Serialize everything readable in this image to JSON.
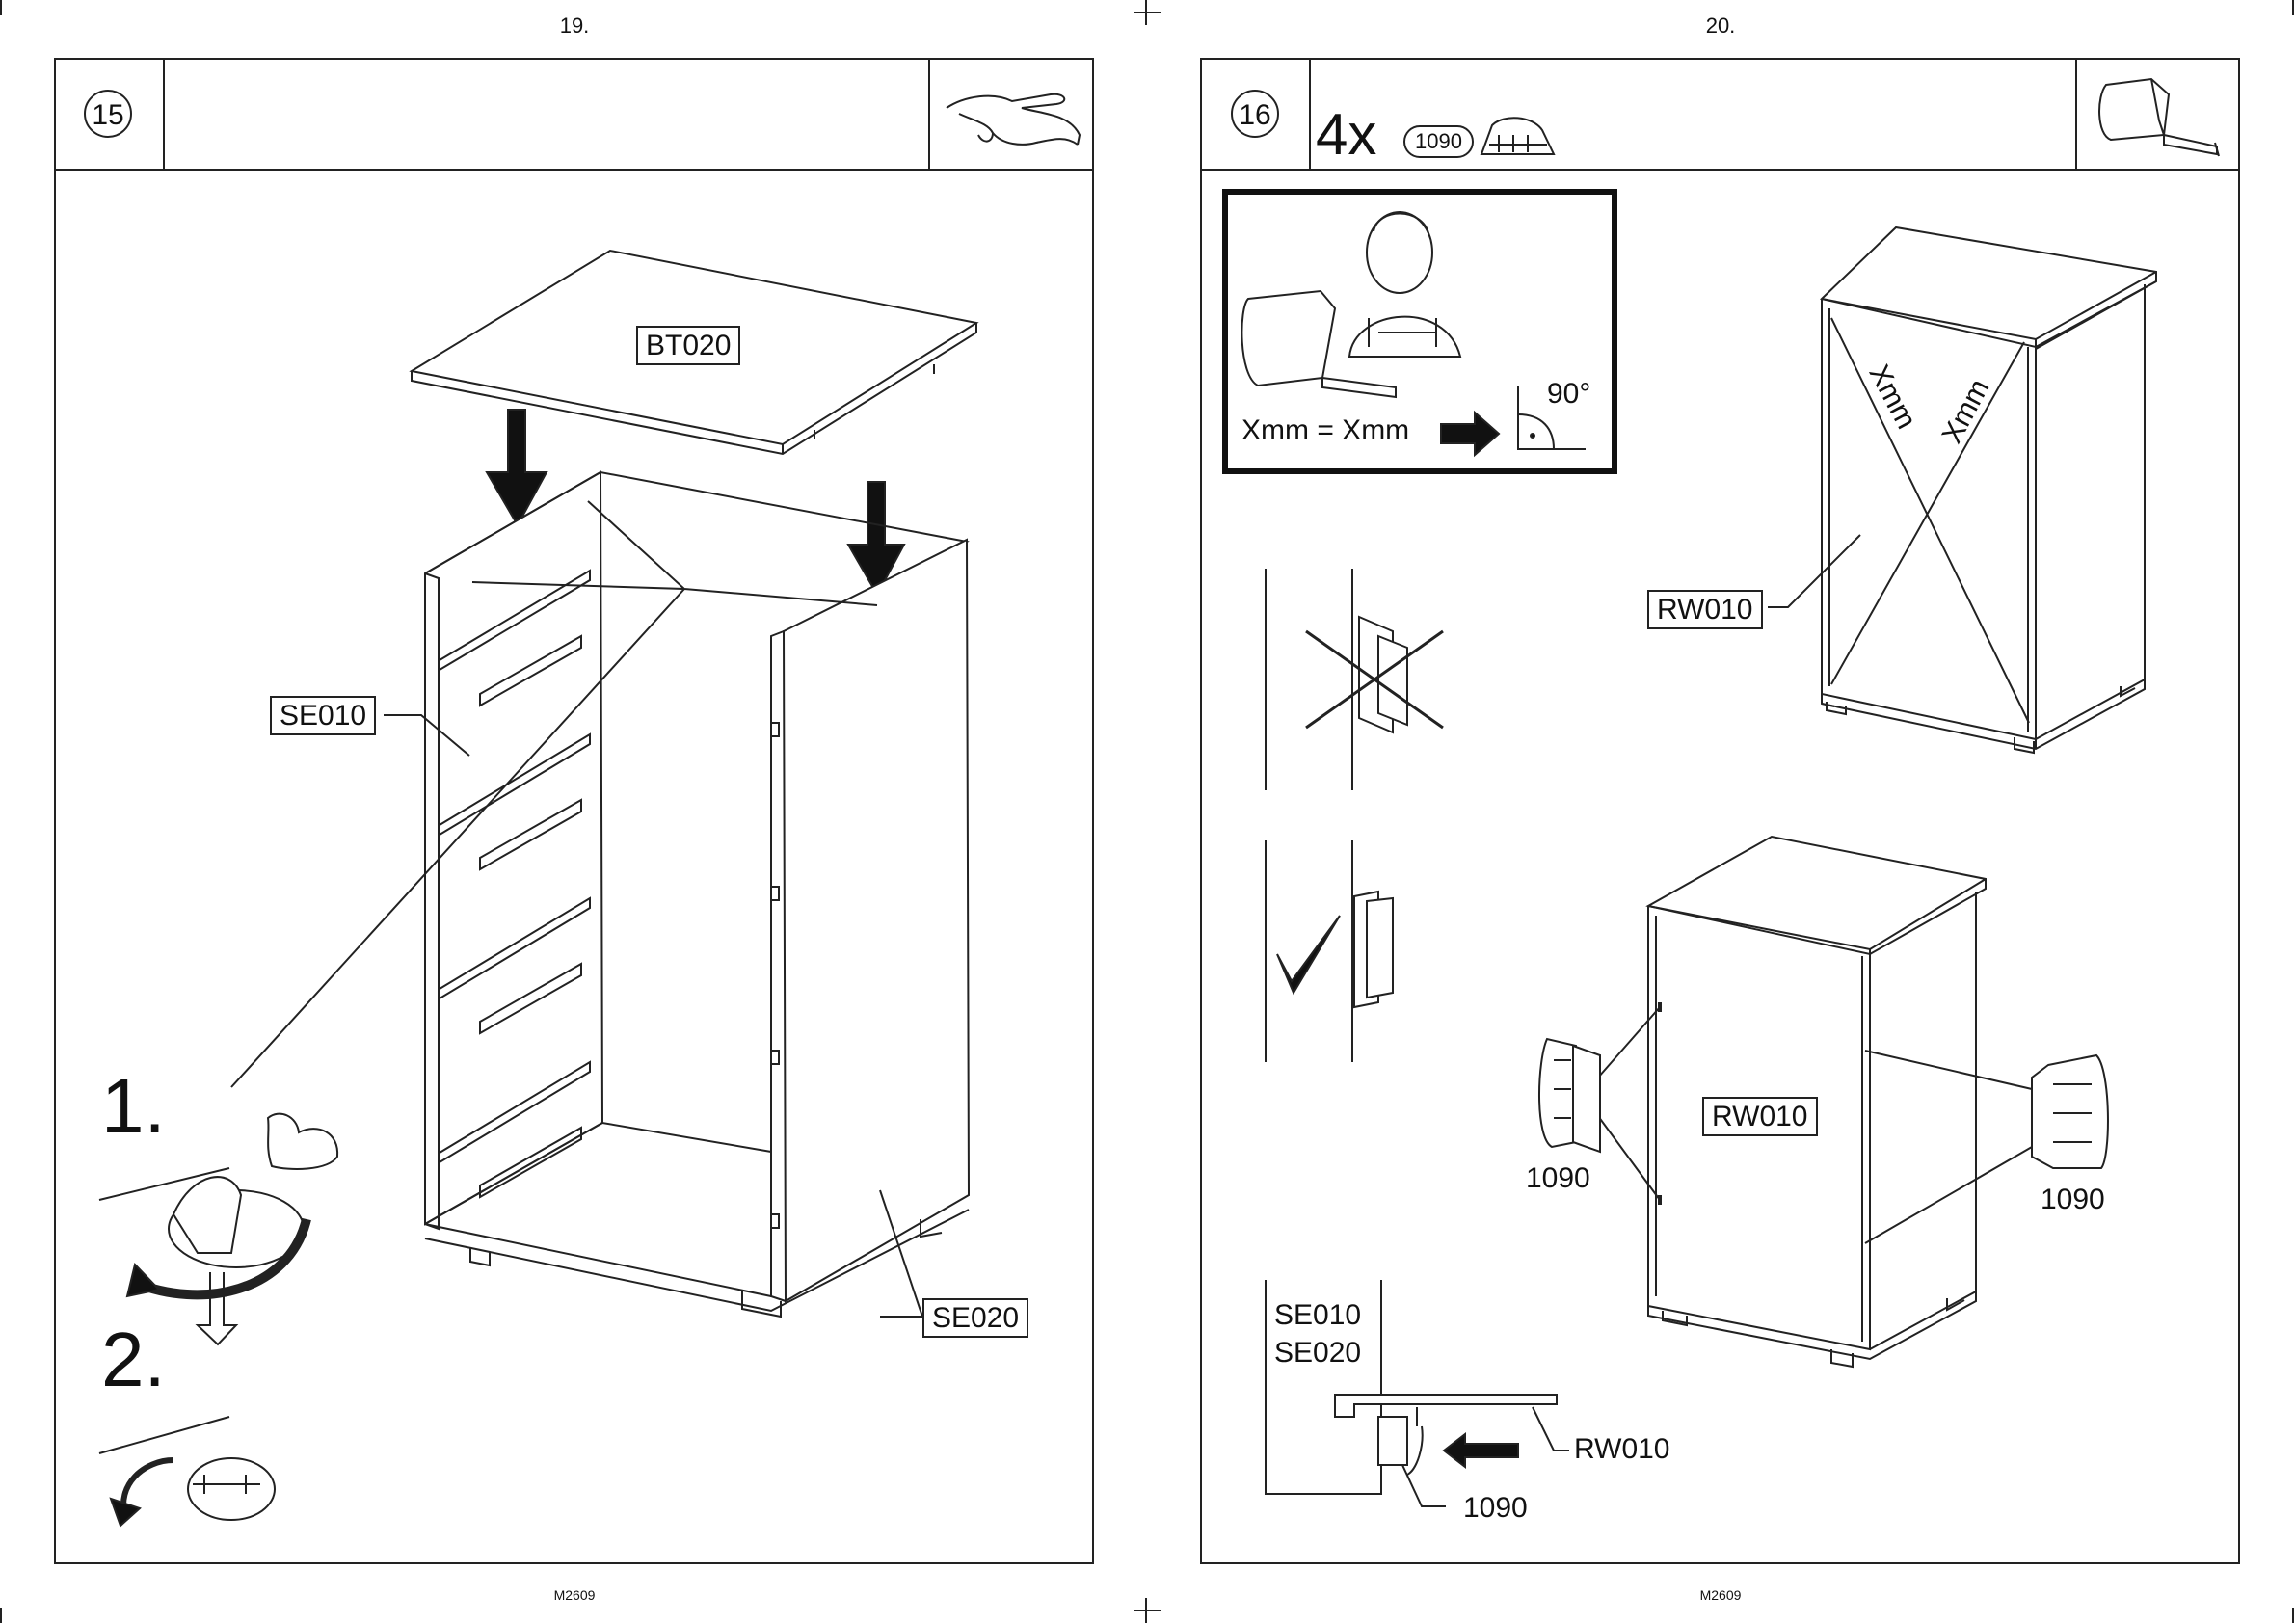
{
  "left_page": {
    "page_number": "19.",
    "footer_code": "M2609",
    "step_number": "15",
    "parts": [
      "BT020",
      "SE010",
      "SE020"
    ],
    "steps": [
      "1.",
      "2."
    ],
    "icon": "pointing-hand-icon"
  },
  "right_page": {
    "page_number": "20.",
    "footer_code": "M2609",
    "step_number": "16",
    "quantity": "4x",
    "part_code": "1090",
    "icon": "tape-measure-icon",
    "info_box": {
      "equation": "Xmm = Xmm",
      "angle": "90°"
    },
    "diagonals": [
      "Xmm",
      "Xmm"
    ],
    "part_labels": {
      "back_panel_top": "RW010",
      "back_panel_bottom": "RW010",
      "clip_left": "1090",
      "clip_right": "1090",
      "detail_side_1": "SE010",
      "detail_side_2": "SE020",
      "detail_back": "RW010",
      "detail_clip": "1090"
    }
  }
}
